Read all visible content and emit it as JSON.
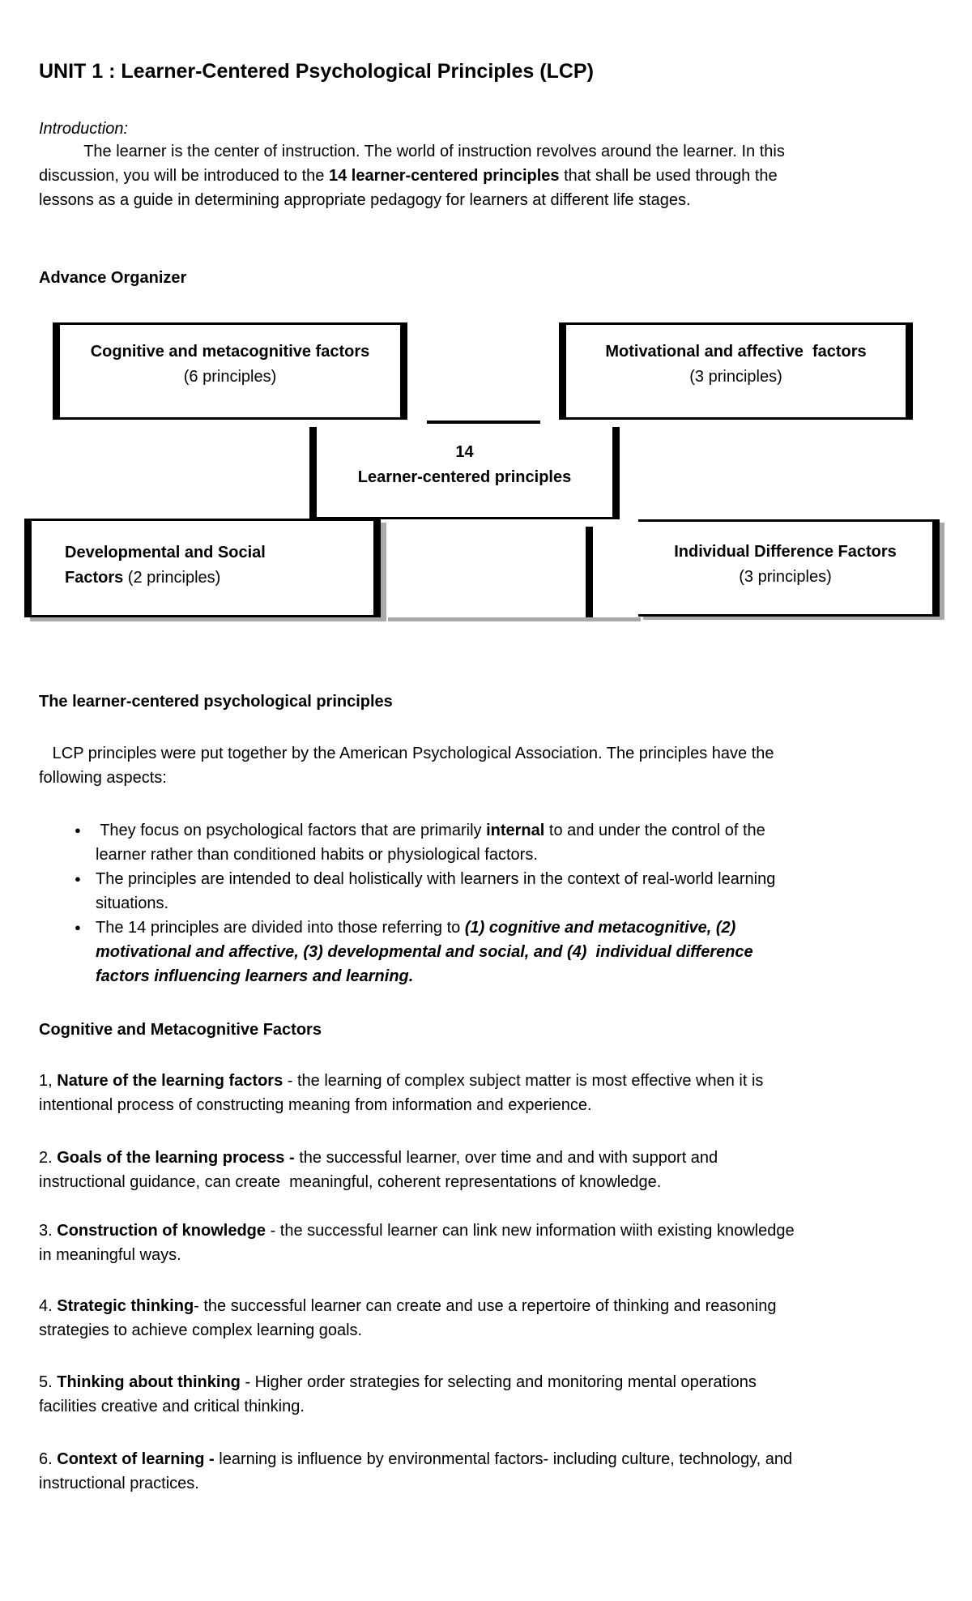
{
  "title": "UNIT 1 : Learner-Centered Psychological Principles (LCP)",
  "intro": {
    "label": "Introduction:",
    "lines": [
      [
        {
          "t": "          The learner is the center of instruction. The world of instruction revolves around the learner. In this"
        }
      ],
      [
        {
          "t": "discussion, you will be introduced to the "
        },
        {
          "t": "14 learner-centered principles",
          "b": true
        },
        {
          "t": " that shall be used through the"
        }
      ],
      [
        {
          "t": "lessons as a guide in determining appropriate pedagogy for learners at different life stages."
        }
      ]
    ]
  },
  "advance_organizer": {
    "heading": "Advance Organizer"
  },
  "diagram": {
    "cognitive": {
      "title": "Cognitive and metacognitive factors",
      "subtitle": "(6 principles)"
    },
    "motivational": {
      "title": "Motivational and affective  factors",
      "subtitle": "(3 principles)"
    },
    "center": {
      "line1": "14",
      "line2": "Learner-centered principles"
    },
    "developmental": {
      "title": "Developmental and Social",
      "subtitle": [
        {
          "t": "Factors",
          "b": true
        },
        {
          "t": " (2 principles)"
        }
      ]
    },
    "individual": {
      "title": "Individual Difference Factors",
      "subtitle": "(3 principles)"
    }
  },
  "lcp": {
    "heading": "The learner-centered psychological principles",
    "lines": [
      [
        {
          "t": "   LCP principles were put together by the American Psychological Association. The principles have the"
        }
      ],
      [
        {
          "t": "following aspects:"
        }
      ]
    ],
    "bullets": {
      "marker": "●",
      "items": [
        {
          "lines": [
            [
              {
                "t": " They focus on psychological factors that are primarily "
              },
              {
                "t": "internal",
                "b": true
              },
              {
                "t": " to and under the control of the"
              }
            ],
            [
              {
                "t": "learner rather than conditioned habits or physiological factors."
              }
            ]
          ]
        },
        {
          "lines": [
            [
              {
                "t": "The principles are intended to deal holistically with learners in the context of real-world learning"
              }
            ],
            [
              {
                "t": "situations."
              }
            ]
          ]
        },
        {
          "lines": [
            [
              {
                "t": "The 14 principles are divided into those referring to "
              },
              {
                "t": "(1) cognitive and metacognitive, (2)",
                "b": true,
                "i": true
              }
            ],
            [
              {
                "t": "motivational and affective, (3) developmental and social, and (4)  individual difference",
                "b": true,
                "i": true
              }
            ],
            [
              {
                "t": "factors influencing learners and learning.",
                "b": true,
                "i": true
              }
            ]
          ]
        }
      ]
    }
  },
  "cognitive_section": {
    "heading": "Cognitive and Metacognitive Factors",
    "items": [
      {
        "lines": [
          [
            {
              "t": "1, "
            },
            {
              "t": "Nature of the learning factors",
              "b": true
            },
            {
              "t": " - the learning of complex subject matter is most effective when it is"
            }
          ],
          [
            {
              "t": "intentional process of constructing meaning from information and experience."
            }
          ]
        ]
      },
      {
        "lines": [
          [
            {
              "t": "2. "
            },
            {
              "t": "Goals of the learning process -",
              "b": true
            },
            {
              "t": " the successful learner, over time and and with support and"
            }
          ],
          [
            {
              "t": "instructional guidance, can create  meaningful, coherent representations of knowledge."
            }
          ]
        ]
      },
      {
        "lines": [
          [
            {
              "t": "3. "
            },
            {
              "t": "Construction of knowledge",
              "b": true
            },
            {
              "t": " - the successful learner can link new information wiith existing knowledge"
            }
          ],
          [
            {
              "t": "in meaningful ways."
            }
          ]
        ]
      },
      {
        "lines": [
          [
            {
              "t": "4. "
            },
            {
              "t": "Strategic thinking",
              "b": true
            },
            {
              "t": "- the successful learner can create and use a repertoire of thinking and reasoning"
            }
          ],
          [
            {
              "t": "strategies to achieve complex learning goals."
            }
          ]
        ]
      },
      {
        "lines": [
          [
            {
              "t": "5. "
            },
            {
              "t": "Thinking about thinking",
              "b": true
            },
            {
              "t": " - Higher order strategies for selecting and monitoring mental operations"
            }
          ],
          [
            {
              "t": "facilities creative and critical thinking."
            }
          ]
        ]
      },
      {
        "lines": [
          [
            {
              "t": "6. "
            },
            {
              "t": "Context of learning -",
              "b": true
            },
            {
              "t": " learning is influence by environmental factors- including culture, technology, and"
            }
          ],
          [
            {
              "t": "instructional practices."
            }
          ]
        ]
      }
    ]
  }
}
